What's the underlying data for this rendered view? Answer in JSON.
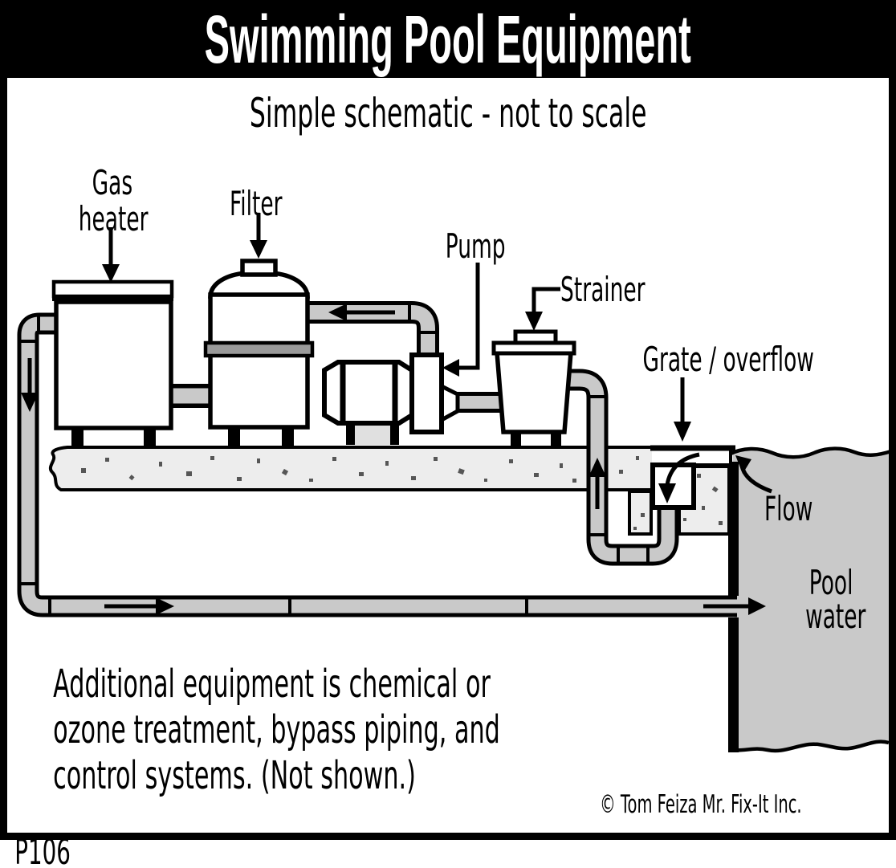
{
  "title": "Swimming Pool Equipment",
  "subtitle": "Simple schematic - not to scale",
  "labels": {
    "gas_heater": [
      "Gas",
      "heater"
    ],
    "filter": "Filter",
    "pump": "Pump",
    "strainer": "Strainer",
    "grate_overflow": "Grate / overflow",
    "flow": "Flow",
    "pool_water": [
      "Pool",
      "water"
    ]
  },
  "note_lines": [
    "Additional equipment is chemical or",
    "ozone treatment, bypass piping, and",
    "control systems. (Not shown.)"
  ],
  "copyright": "© Tom Feiza Mr. Fix-It Inc.",
  "figure_code": "P106",
  "colors": {
    "pipe_fill": "#c9c9c9",
    "deck_fill": "#ededed",
    "clamp_fill": "#9a9a9a",
    "ink": "#000000",
    "paper": "#ffffff"
  }
}
